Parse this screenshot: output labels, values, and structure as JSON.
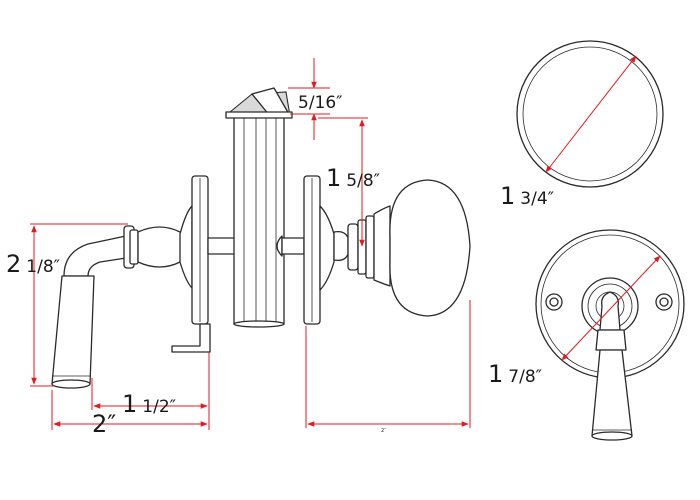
{
  "colors": {
    "dimension": "#e01b22",
    "drawing": "#2a2a2a",
    "background": "#ffffff"
  },
  "dimensions": {
    "cylinder_offset": {
      "whole": "",
      "frac": "5/16″"
    },
    "knob_projection": {
      "whole": "1",
      "frac": "5/8″"
    },
    "rose_diameter_round": {
      "whole": "1",
      "frac": "3/4″"
    },
    "lever_height": {
      "whole": "2",
      "frac": "1/8″"
    },
    "lever_projection": {
      "whole": "1",
      "frac": "1/2″"
    },
    "lever_length": {
      "whole": "2″",
      "frac": ""
    },
    "rose_diameter_screw": {
      "whole": "1",
      "frac": "7/8″"
    },
    "knob_depth": {
      "whole": "",
      "frac": "2″"
    }
  }
}
